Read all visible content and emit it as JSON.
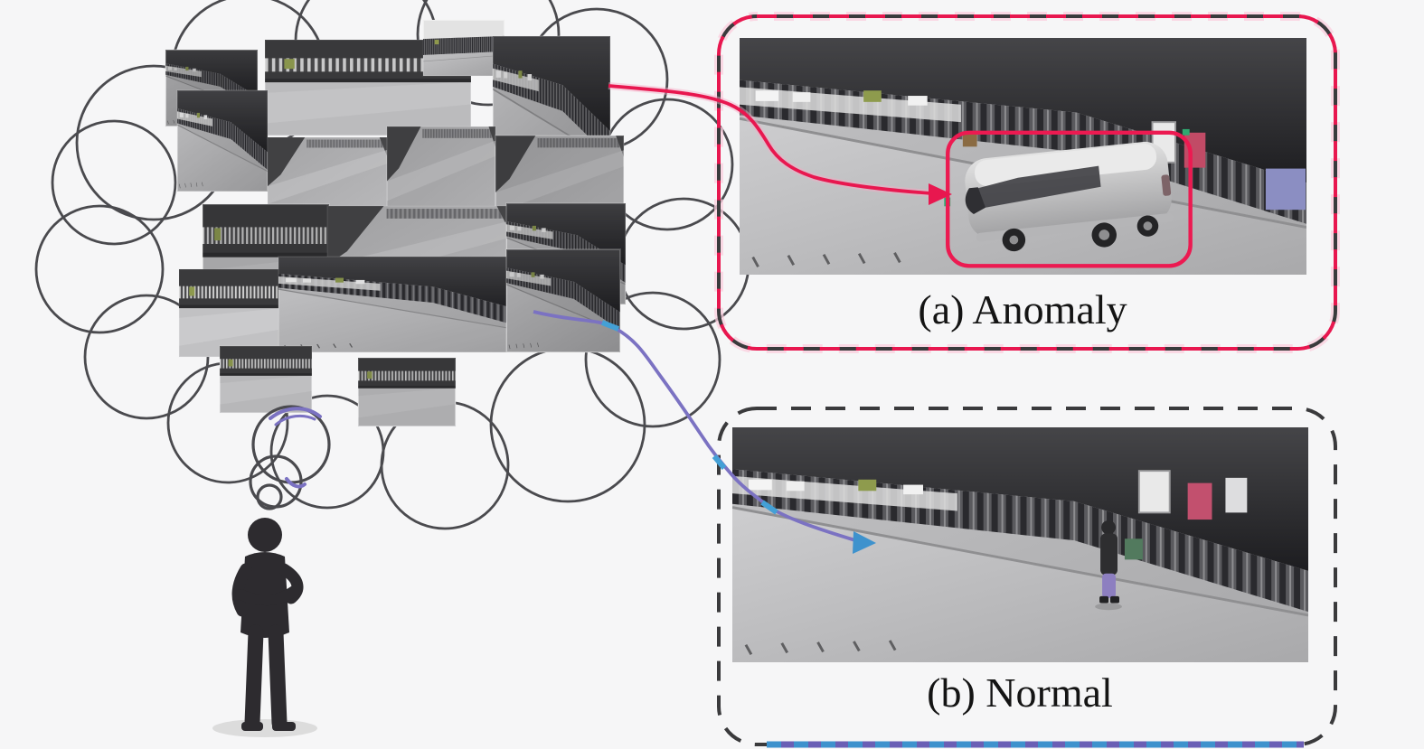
{
  "figure": {
    "background": "#f6f6f7",
    "panels": {
      "anomaly": {
        "label": "(a) Anomaly",
        "border_color": "#e8174f",
        "border_alt_color": "#3a3a3c",
        "halo_color": "#fbcede",
        "highlight_box_color": "#ec1a51",
        "content": "surveillance-frame-with-van"
      },
      "normal": {
        "label": "(b) Normal",
        "border_color": "#3a3a3c",
        "bottom_accent_colors": [
          "#3e92cd",
          "#6a5fb5"
        ],
        "content": "surveillance-frame-with-pedestrian"
      }
    },
    "arrows": {
      "anomaly": {
        "color": "#e8174f",
        "points_to": "van-in-anomaly-frame"
      },
      "normal": {
        "color": "#7b72c2",
        "head_color": "#3e92cd",
        "points_to": "walkway-in-normal-frame"
      }
    },
    "cloud": {
      "outline_color": "#4a4a4e",
      "thumbnail_count": 16,
      "thumbnail_kind": "grayscale-surveillance-frames"
    },
    "thought_trail": {
      "bubble_count": 3,
      "accent_color": "#7b72c2"
    },
    "person_color": "#2d2b2f"
  }
}
